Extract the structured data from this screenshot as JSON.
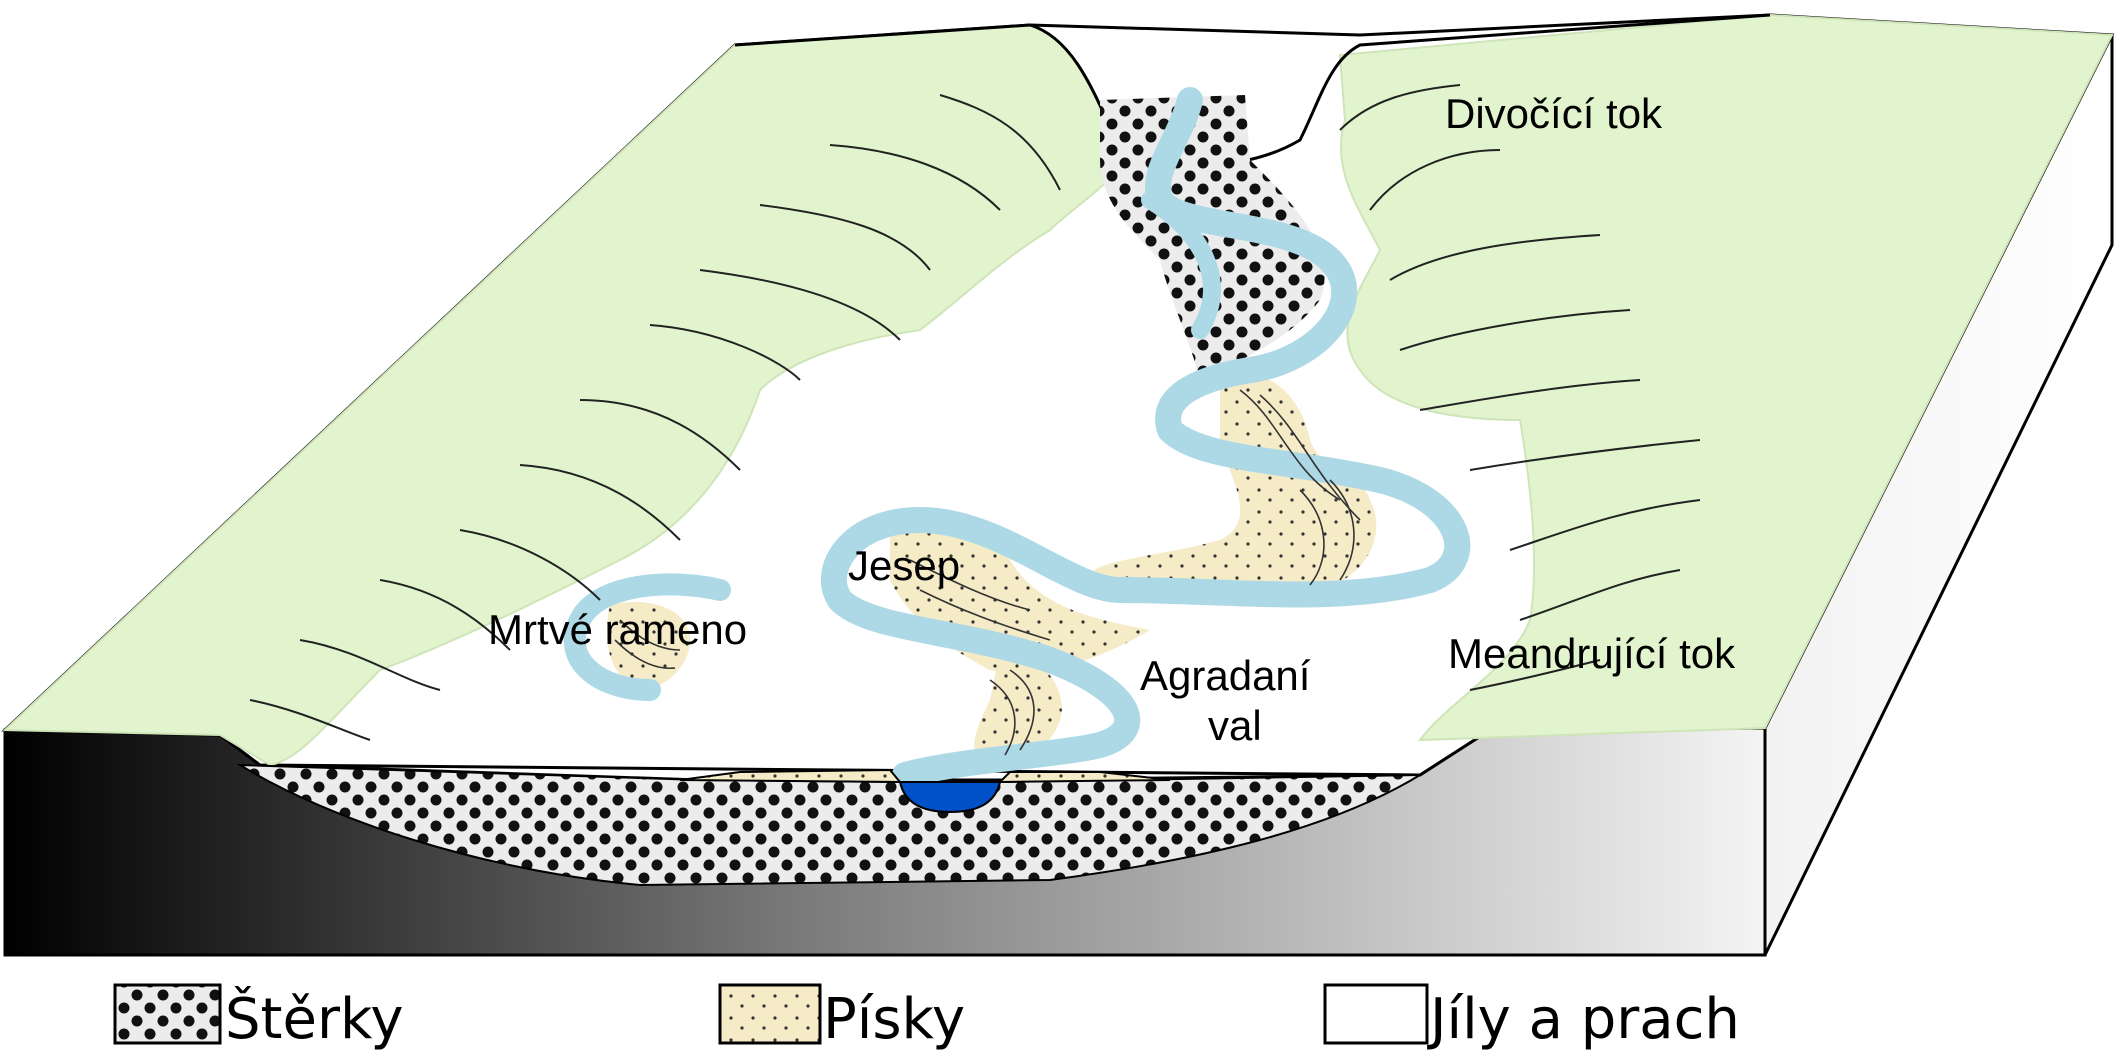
{
  "labels": {
    "braided": "Divočící tok",
    "meandering": "Meandrující tok",
    "point_bar": "Jesep",
    "oxbow": "Mrtvé rameno",
    "levee_line1": "Agradaní",
    "levee_line2": "val"
  },
  "legend": {
    "gravel": "Štěrky",
    "sand": "Písky",
    "clay": "Jíly a prach"
  },
  "colors": {
    "hills": "#e2f4cd",
    "river": "#add8e6",
    "sand": "#f5ecc7",
    "channel_fill": "#0050c8",
    "gravel_bg": "#ececec",
    "dark_side": "#000000",
    "light_side": "#ffffff"
  }
}
